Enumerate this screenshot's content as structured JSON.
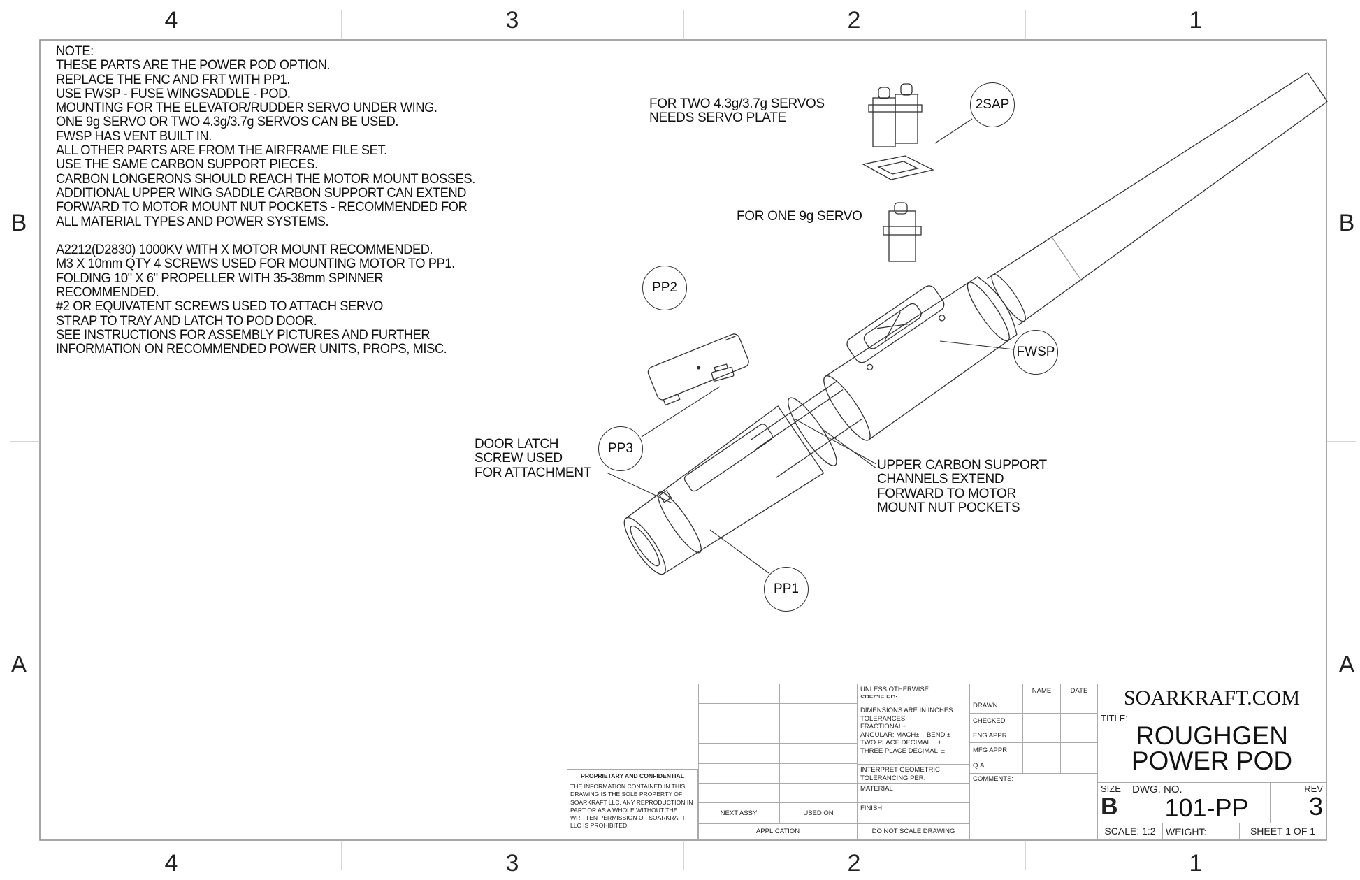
{
  "zones": {
    "columns": [
      "4",
      "3",
      "2",
      "1"
    ],
    "rows": [
      "B",
      "A"
    ]
  },
  "notes": {
    "heading": "NOTE:",
    "lines": [
      "THESE PARTS ARE THE POWER POD OPTION.",
      "REPLACE THE FNC AND FRT WITH PP1.",
      "USE FWSP - FUSE WINGSADDLE - POD.",
      "MOUNTING FOR THE ELEVATOR/RUDDER SERVO UNDER WING.",
      "ONE 9g SERVO OR TWO 4.3g/3.7g SERVOS CAN BE USED.",
      "FWSP HAS VENT BUILT IN.",
      "ALL OTHER PARTS ARE FROM THE AIRFRAME FILE SET.",
      "USE THE SAME CARBON SUPPORT PIECES.",
      "CARBON LONGERONS SHOULD REACH THE MOTOR MOUNT BOSSES.",
      "ADDITIONAL UPPER WING SADDLE CARBON SUPPORT CAN EXTEND",
      "FORWARD TO MOTOR MOUNT NUT POCKETS - RECOMMENDED FOR",
      "ALL MATERIAL TYPES AND POWER SYSTEMS.",
      "",
      "A2212(D2830) 1000KV WITH X MOTOR MOUNT RECOMMENDED.",
      "M3 X 10mm QTY 4 SCREWS USED FOR MOUNTING MOTOR TO PP1.",
      "FOLDING 10\" X 6\" PROPELLER WITH 35-38mm SPINNER",
      "RECOMMENDED.",
      "#2 OR EQUIVATENT SCREWS USED TO ATTACH SERVO",
      "STRAP TO TRAY AND LATCH TO POD DOOR.",
      "SEE INSTRUCTIONS FOR ASSEMBLY PICTURES AND FURTHER",
      "INFORMATION ON RECOMMENDED POWER UNITS, PROPS, MISC."
    ]
  },
  "callouts": {
    "two_servos": "FOR TWO 4.3g/3.7g SERVOS\nNEEDS SERVO PLATE",
    "one_servo": "FOR ONE 9g SERVO",
    "door_latch": "DOOR LATCH\nSCREW USED\nFOR ATTACHMENT",
    "carbon": "UPPER CARBON SUPPORT\nCHANNELS EXTEND\nFORWARD TO MOTOR\nMOUNT NUT POCKETS"
  },
  "balloons": {
    "sap": "2SAP",
    "pp2": "PP2",
    "fwsp": "FWSP",
    "pp3": "PP3",
    "pp1": "PP1"
  },
  "proprietary": {
    "heading": "PROPRIETARY AND CONFIDENTIAL",
    "body": "THE INFORMATION CONTAINED IN THIS DRAWING IS THE SOLE PROPERTY OF SOARKRAFT LLC.  ANY REPRODUCTION IN PART OR AS A WHOLE WITHOUT THE WRITTEN PERMISSION OF SOARKRAFT LLC IS PROHIBITED."
  },
  "title_block": {
    "next_assy": "NEXT ASSY",
    "used_on": "USED ON",
    "application": "APPLICATION",
    "unless": "UNLESS OTHERWISE SPECIFIED:",
    "dims": "DIMENSIONS ARE IN INCHES\nTOLERANCES:\nFRACTIONAL±\nANGULAR: MACH±    BEND ±\nTWO PLACE DECIMAL    ±\nTHREE PLACE DECIMAL  ±",
    "interpret": "INTERPRET GEOMETRIC\nTOLERANCING PER:",
    "material": "MATERIAL",
    "finish": "FINISH",
    "do_not_scale": "DO NOT SCALE DRAWING",
    "name": "NAME",
    "date": "DATE",
    "roles": [
      "DRAWN",
      "CHECKED",
      "ENG APPR.",
      "MFG APPR.",
      "Q.A."
    ],
    "comments": "COMMENTS:",
    "company": "SOARKRAFT.COM",
    "title_label": "TITLE:",
    "title": "ROUGHGEN\nPOWER POD",
    "size_label": "SIZE",
    "size": "B",
    "dwg_label": "DWG.  NO.",
    "dwg_no": "101-PP",
    "rev_label": "REV",
    "rev": "3",
    "scale": "SCALE: 1:2",
    "weight": "WEIGHT:",
    "sheet": "SHEET 1 OF 1"
  }
}
